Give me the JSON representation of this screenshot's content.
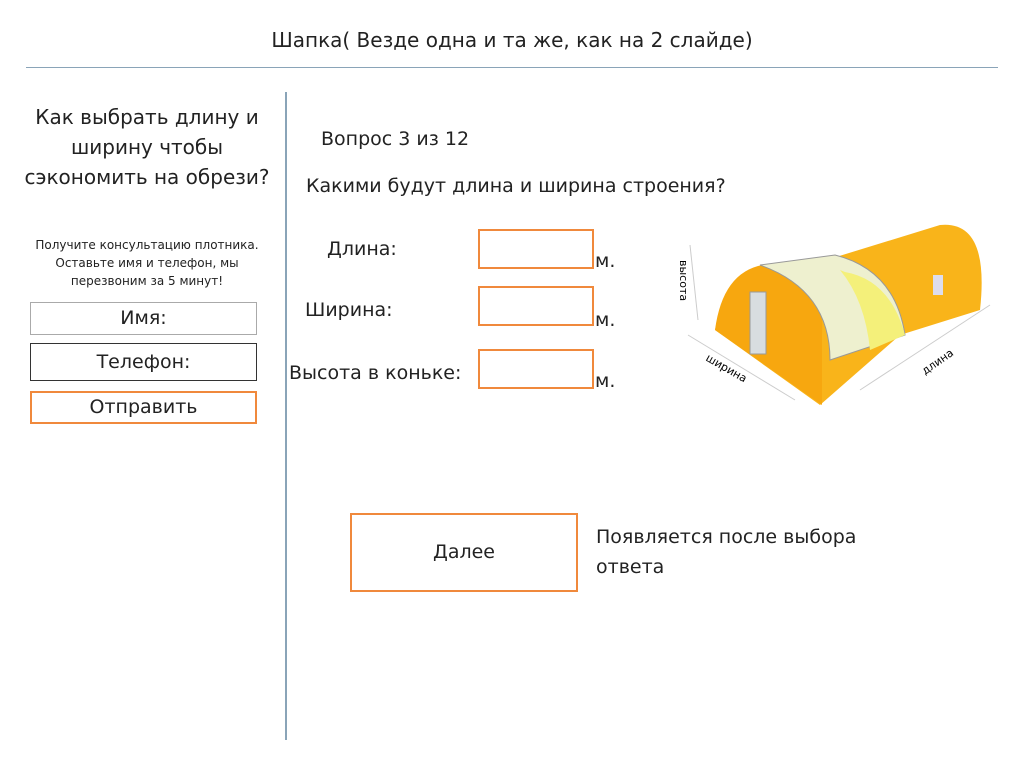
{
  "header": {
    "title": "Шапка( Везде одна и та же, как на 2 слайде)"
  },
  "sidebar": {
    "title": "Как выбрать длину и ширину чтобы сэкономить на обрези?",
    "subtitle": "Получите консультацию плотника. Оставьте имя и телефон, мы перезвоним за 5 минут!",
    "name_placeholder": "Имя:",
    "phone_placeholder": "Телефон:",
    "submit_label": "Отправить"
  },
  "quiz": {
    "progress": "Вопрос 3 из 12",
    "question": "Какими будут длина и ширина строения?",
    "fields": [
      {
        "label": "Длина:",
        "unit": "м."
      },
      {
        "label": "Ширина:",
        "unit": "м."
      },
      {
        "label": "Высота в коньке:",
        "unit": "м."
      }
    ],
    "next_label": "Далее",
    "next_note": "Появляется после выбора ответа"
  },
  "illustration": {
    "height_label": "высота",
    "width_label": "ширина",
    "length_label": "длина"
  },
  "colors": {
    "accent": "#f0893c",
    "divider": "#8aa4b8",
    "building": "#f9b41a"
  }
}
